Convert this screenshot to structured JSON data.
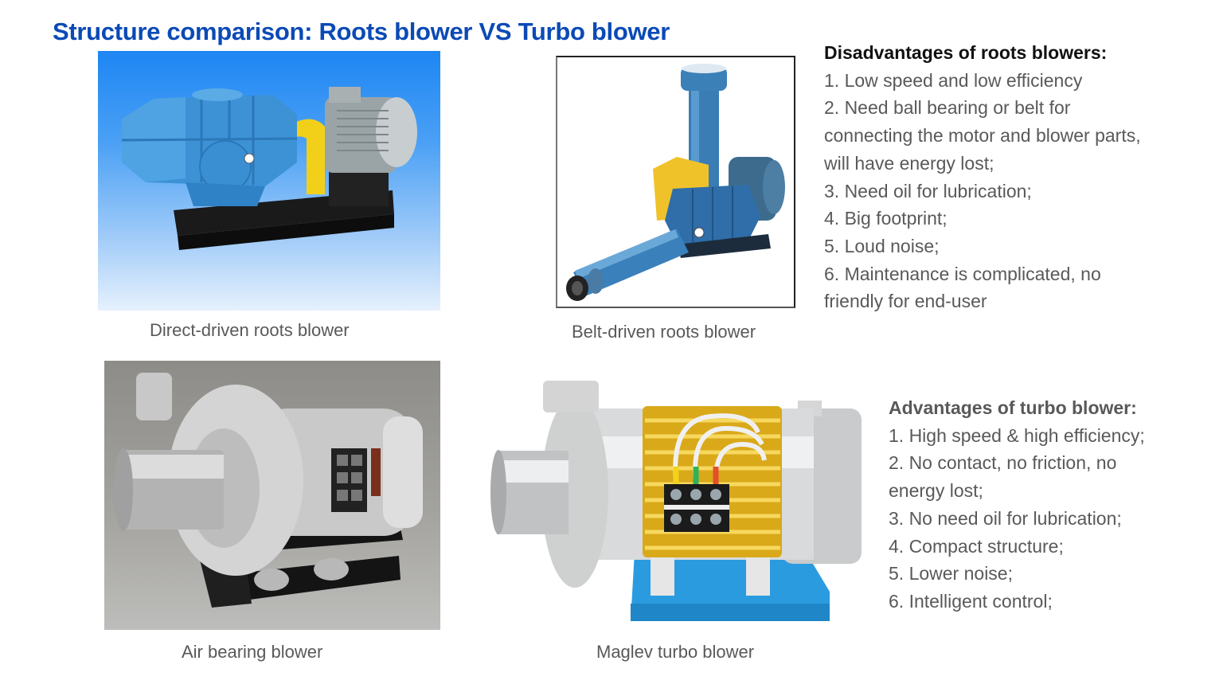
{
  "slide": {
    "title": "Structure comparison: Roots blower VS Turbo blower",
    "title_color": "#0b4ab6",
    "text_color": "#595959"
  },
  "figures": [
    {
      "id": "direct-driven",
      "caption": "Direct-driven roots blower",
      "image_desc": "blue roots blower with yellow coupling guard and grey motor on black base, blue gradient background"
    },
    {
      "id": "belt-driven",
      "caption": "Belt-driven roots blower",
      "image_desc": "blue roots blower with tall vertical silencer, horizontal silencer, yellow belt guard and motor, white background, framed"
    },
    {
      "id": "air-bearing",
      "caption": "Air bearing blower",
      "image_desc": "silver turbo blower with volute and terminal block on black feet, grey background"
    },
    {
      "id": "maglev",
      "caption": "Maglev turbo blower",
      "image_desc": "silver turbo blower with gold finned motor housing, yellow/green/red wires, terminal block, on blue base"
    }
  ],
  "disadvantages": {
    "heading": "Disadvantages of roots blowers:",
    "lines": [
      "1. Low speed and low efficiency",
      "2. Need ball bearing or belt for",
      "connecting the motor and blower parts,",
      "will have energy lost;",
      "3. Need oil for lubrication;",
      "4. Big footprint;",
      "5. Loud noise;",
      "6. Maintenance is complicated, no",
      "friendly for end-user"
    ]
  },
  "advantages": {
    "heading": "Advantages of turbo blower:",
    "lines": [
      "1. High speed & high efficiency;",
      "2. No contact, no friction, no",
      "energy lost;",
      "3. No need oil for lubrication;",
      "4. Compact structure;",
      "5. Lower noise;",
      "6. Intelligent control;"
    ]
  }
}
